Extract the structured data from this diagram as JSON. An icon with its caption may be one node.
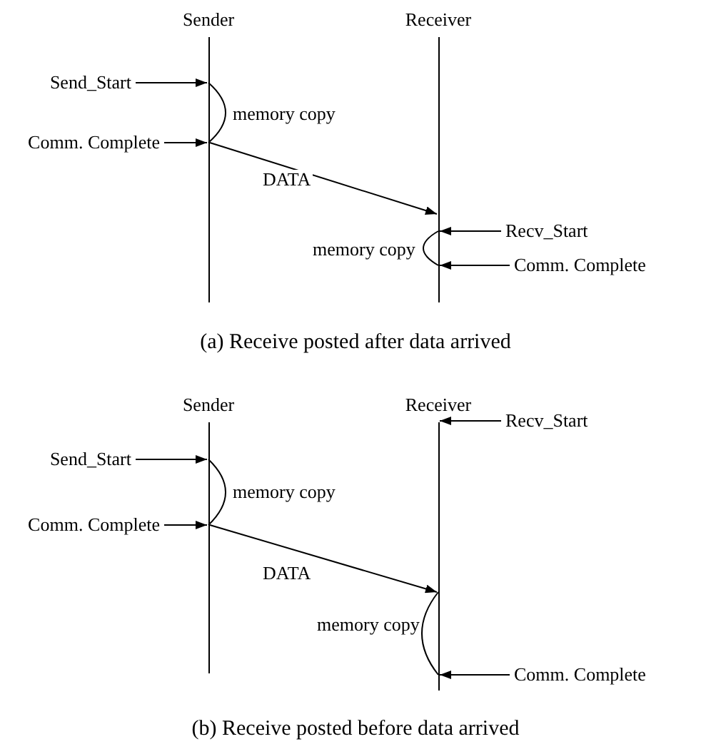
{
  "diagram": {
    "nodes": [
      {
        "text": [
          "Sender"
        ]
      },
      {
        "text": [
          "Receiver"
        ]
      },
      {
        "text": [
          "Send_Start"
        ]
      },
      {
        "text": [
          "Comm. Complete"
        ]
      },
      {
        "text": [
          "Recv_Start"
        ]
      },
      {
        "text": [
          "Comm. Complete"
        ]
      },
      {
        "text": [
          "Sender"
        ]
      },
      {
        "text": [
          "Receiver"
        ]
      },
      {
        "text": [
          "Send_Start"
        ]
      },
      {
        "text": [
          "Comm. Complete"
        ]
      },
      {
        "text": [
          "Recv_Start"
        ]
      },
      {
        "text": [
          "Comm. Complete"
        ]
      }
    ],
    "edges": [
      {
        "from": 2,
        "to": 0,
        "arrow": "to"
      },
      {
        "from": 3,
        "to": 0,
        "arrow": "to"
      },
      {
        "from": 0,
        "to": 1,
        "arrow": "to",
        "label": "DATA"
      },
      {
        "from": 4,
        "to": 1,
        "arrow": "to"
      },
      {
        "from": 5,
        "to": 1,
        "arrow": "to"
      },
      {
        "from": 8,
        "to": 6,
        "arrow": "to"
      },
      {
        "from": 9,
        "to": 6,
        "arrow": "to"
      },
      {
        "from": 6,
        "to": 7,
        "arrow": "to",
        "label": "DATA"
      },
      {
        "from": 10,
        "to": 7,
        "arrow": "to"
      },
      {
        "from": 11,
        "to": 7,
        "arrow": "to"
      }
    ],
    "labels": [
      "memory copy",
      "memory copy",
      "(a) Receive posted after data arrived",
      "memory copy",
      "memory copy",
      "(b) Receive posted before data arrived"
    ]
  }
}
